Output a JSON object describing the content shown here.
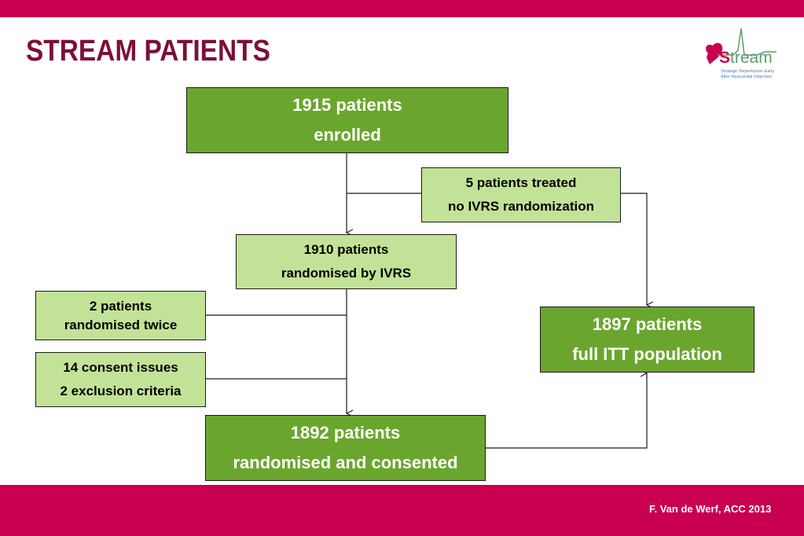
{
  "title": "STREAM PATIENTS",
  "credit": "F. Van de Werf, ACC 2013",
  "logo": {
    "word_s": "S",
    "word_rest": "tream",
    "sub_line1": "Strategic Reperfusion Early",
    "sub_line2": "After Myocardial Infarction"
  },
  "boxes": {
    "enrolled": {
      "line1": "1915 patients",
      "line2": "enrolled"
    },
    "no_ivrs": {
      "line1": "5 patients treated",
      "line2": "no IVRS randomization"
    },
    "randomised_ivrs": {
      "line1": "1910 patients",
      "line2": "randomised by IVRS"
    },
    "randomised_twice": {
      "line1": "2 patients",
      "line2": "randomised twice"
    },
    "consent_issues": {
      "line1": "14 consent issues",
      "line2": "2 exclusion criteria"
    },
    "consented": {
      "line1": "1892 patients",
      "line2": "randomised and consented"
    },
    "itt": {
      "line1": "1897 patients",
      "line2": "full ITT population"
    }
  },
  "colors": {
    "band": "#c8004f",
    "title": "#7b1038",
    "dark_box": "#6aa62e",
    "light_box": "#c2e397"
  }
}
